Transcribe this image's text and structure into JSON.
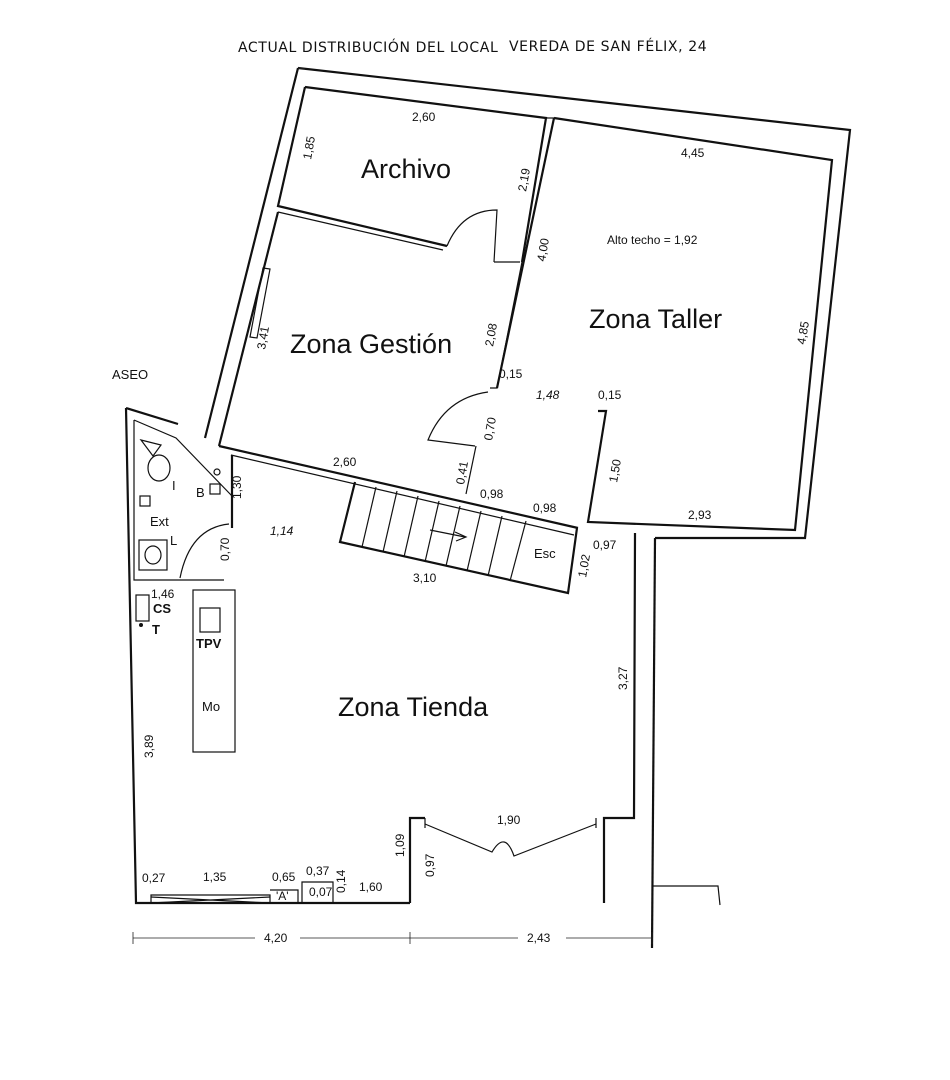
{
  "header": {
    "left": "ACTUAL DISTRIBUCIÓN DEL LOCAL",
    "right": "VEREDA DE SAN FÉLIX, 24"
  },
  "rooms": {
    "archivo": "Archivo",
    "gestion": "Zona Gestión",
    "taller": "Zona Taller",
    "tienda": "Zona Tienda"
  },
  "notes": {
    "alto_techo": "Alto techo = 1,92",
    "aseo": "ASEO"
  },
  "fixtures": {
    "i": "I",
    "b": "B",
    "ext": "Ext",
    "l": "L",
    "cs": "CS",
    "t": "T",
    "tpv": "TPV",
    "mo": "Mo",
    "esc": "Esc",
    "a": "'A'"
  },
  "dimensions": {
    "archivo_top": "2,60",
    "archivo_left": "1,85",
    "archivo_right": "2,19",
    "taller_top": "4,45",
    "taller_right": "4,85",
    "taller_left": "4,00",
    "gestion_left": "3,41",
    "gestion_right": "2,08",
    "gap_015_a": "0,15",
    "door_070_b": "0,70",
    "d148": "1,48",
    "gap_015_b": "0,15",
    "d150": "1,50",
    "d293": "2,93",
    "d041": "0,41",
    "stair_top": "2,60",
    "d098_a": "0,98",
    "d098_b": "0,98",
    "d097": "0,97",
    "d102": "1,02",
    "stair_bottom": "3,10",
    "d114": "1,14",
    "d130": "1,30",
    "door_070_a": "0,70",
    "d146": "1,46",
    "d327": "3,27",
    "d389": "3,89",
    "d190": "1,90",
    "d109": "1,09",
    "d097_b": "0,97",
    "d027": "0,27",
    "d135": "1,35",
    "d065": "0,65",
    "d037": "0,37",
    "d007": "0,07",
    "d014": "0,14",
    "d160": "1,60",
    "total_left": "4,20",
    "total_right": "2,43"
  }
}
